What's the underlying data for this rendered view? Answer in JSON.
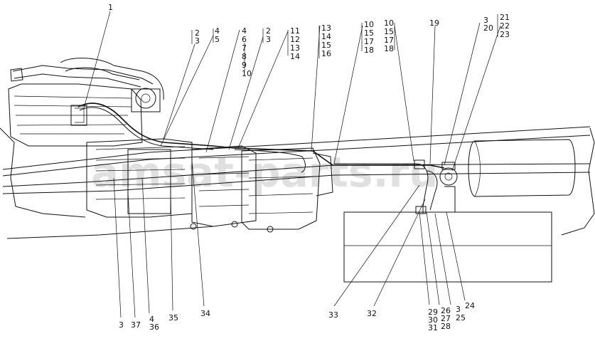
{
  "watermark": "amsat-parts.ru",
  "callouts_top": {
    "c1": "1",
    "c2a": "2",
    "c3a": "3",
    "c4a": "4",
    "c5a": "5",
    "c4b": "4",
    "c6b": "6",
    "c7b": "7",
    "c8b": "8",
    "c9b": "9",
    "c10b": "10",
    "c2c": "2",
    "c3c": "3",
    "c11": "11",
    "c12": "12",
    "c13a": "13",
    "c14a": "14",
    "c13b": "13",
    "c14b": "14",
    "c15b": "15",
    "c16b": "16",
    "c10c": "10",
    "c15c": "15",
    "c17c": "17",
    "c18c": "18",
    "c10d": "10",
    "c15d": "15",
    "c17d": "17",
    "c18d": "18",
    "c19": "19",
    "c3e": "3",
    "c20": "20",
    "c21": "21",
    "c22": "22",
    "c23": "23"
  },
  "callouts_bottom": {
    "c3": "3",
    "c37": "37",
    "c4": "4",
    "c36": "36",
    "c35": "35",
    "c34": "34",
    "c33": "33",
    "c32": "32",
    "c29": "29",
    "c30": "30",
    "c31": "31",
    "c26": "26",
    "c27": "27",
    "c28": "28",
    "c3b": "3",
    "c25": "25",
    "c24": "24"
  }
}
